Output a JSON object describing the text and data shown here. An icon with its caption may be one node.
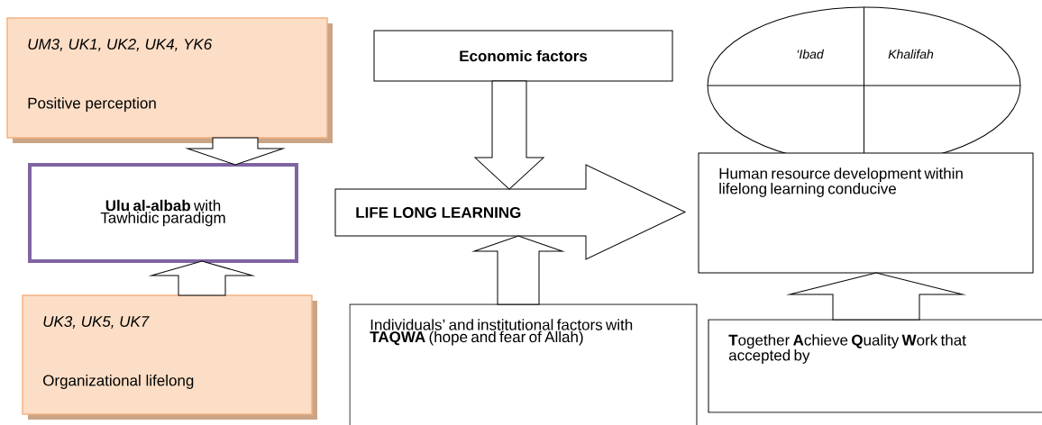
{
  "diagram": {
    "nodes": [
      {
        "text": [
          "UM3, UK1, UK2, UK4, YK6",
          "Positive perception"
        ]
      },
      {
        "text": [
          "**Ulu al-albab** with Tawhidic paradigm"
        ]
      },
      {
        "text": [
          "UK3, UK5, UK7",
          "Organizational lifelong"
        ]
      },
      {
        "text": [
          "Economic factors"
        ]
      },
      {
        "text": [
          "LIFE LONG LEARNING"
        ]
      },
      {
        "text": [
          "Individuals’ and institutional factors with **TAQWA** (hope and fear of Allah)"
        ]
      },
      {
        "text": [
          "‘Ibad",
          "Khalifah"
        ]
      },
      {
        "text": [
          "Human resource development within lifelong learning conducive"
        ]
      },
      {
        "text": [
          "**T**ogether **A**chieve **Q**uality **W**ork that accepted by"
        ]
      }
    ],
    "edges": [
      {
        "from": 0,
        "to": 1,
        "arrow": "to"
      },
      {
        "from": 2,
        "to": 1,
        "arrow": "to"
      },
      {
        "from": 3,
        "to": 4,
        "arrow": "to"
      },
      {
        "from": 5,
        "to": 4,
        "arrow": "to"
      },
      {
        "from": 8,
        "to": 7,
        "arrow": "to"
      }
    ]
  }
}
